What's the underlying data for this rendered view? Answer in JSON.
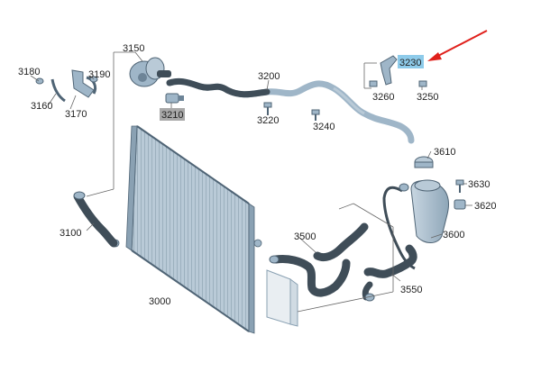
{
  "callouts": {
    "c3180": "3180",
    "c3160": "3160",
    "c3170": "3170",
    "c3190": "3190",
    "c3150": "3150",
    "c3210": "3210",
    "c3200": "3200",
    "c3220": "3220",
    "c3240": "3240",
    "c3230": "3230",
    "c3260": "3260",
    "c3250": "3250",
    "c3610": "3610",
    "c3630": "3630",
    "c3620": "3620",
    "c3600": "3600",
    "c3100": "3100",
    "c3500": "3500",
    "c3550": "3550",
    "c3000": "3000"
  },
  "highlights": {
    "c3230": "#8ecbea",
    "c3210": "#a8a8a8"
  },
  "colors": {
    "part_fill": "#9fb6c8",
    "part_stroke": "#4f6475",
    "hose_dark": "#3f4d58",
    "leader": "#666666",
    "arrow": "#e0201b"
  }
}
